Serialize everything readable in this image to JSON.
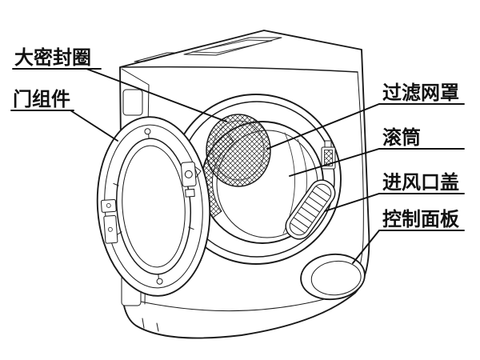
{
  "callouts": [
    {
      "id": "seal-ring",
      "label": "大密封圈",
      "side": "left"
    },
    {
      "id": "door-assembly",
      "label": "门组件",
      "side": "left"
    },
    {
      "id": "filter-cover",
      "label": "过滤网罩",
      "side": "right"
    },
    {
      "id": "drum",
      "label": "滚筒",
      "side": "right"
    },
    {
      "id": "air-inlet-cover",
      "label": "进风口盖",
      "side": "right"
    },
    {
      "id": "control-panel",
      "label": "控制面板",
      "side": "right"
    }
  ],
  "colors": {
    "line": "#1a1a1a",
    "label": "#111111",
    "background": "#ffffff"
  }
}
